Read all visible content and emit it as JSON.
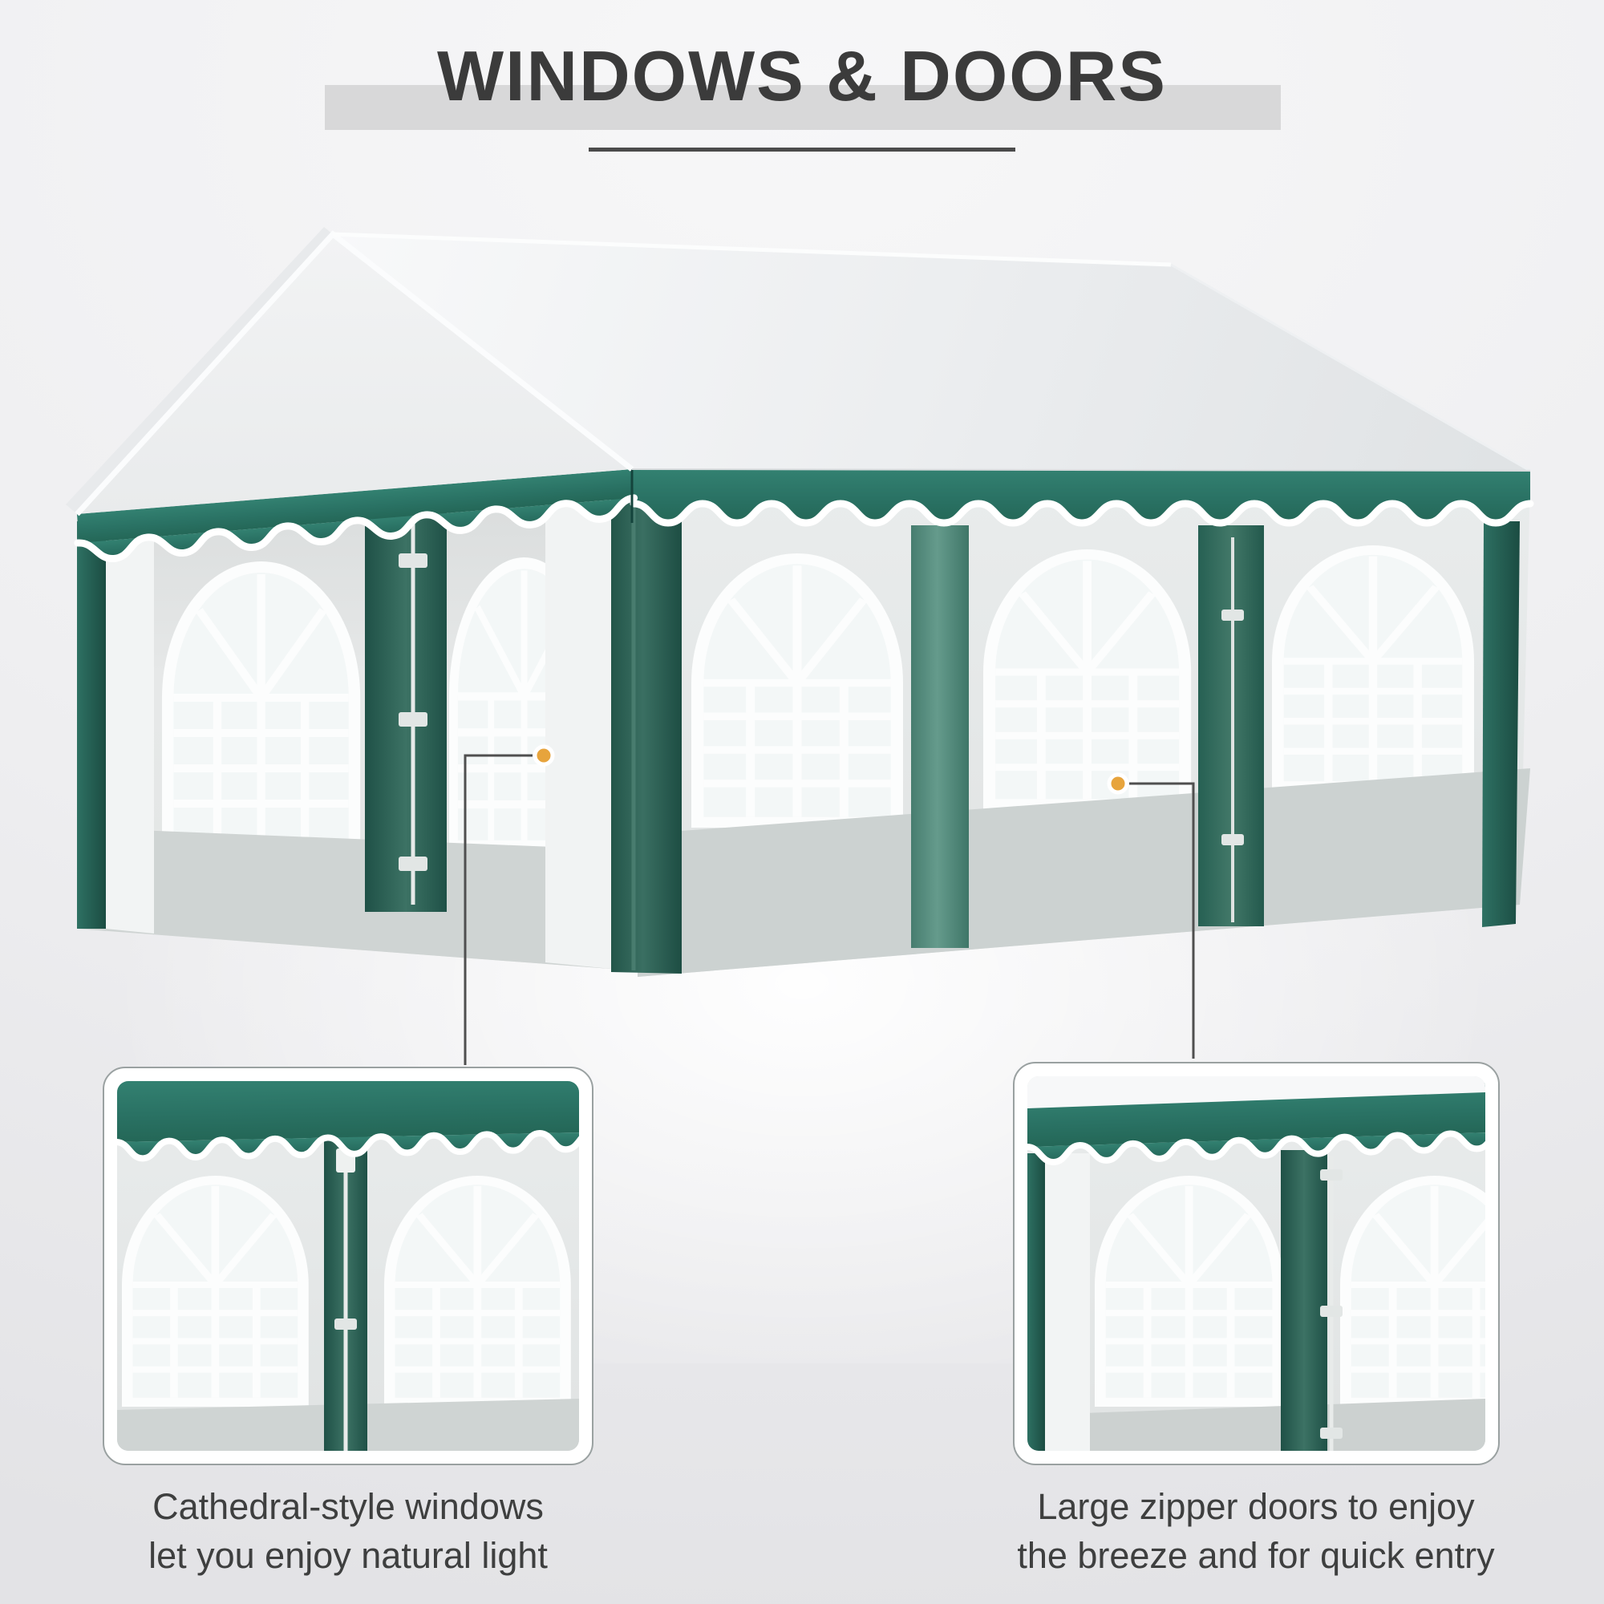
{
  "header": {
    "title": "WINDOWS & DOORS"
  },
  "features": [
    {
      "id": "cathedral-windows",
      "caption_line1": "Cathedral-style windows",
      "caption_line2": "let you enjoy natural light",
      "callout_icon": "callout-dot-window"
    },
    {
      "id": "zipper-doors",
      "caption_line1": "Large zipper doors to enjoy",
      "caption_line2": "the breeze and for quick entry",
      "callout_icon": "callout-dot-door"
    }
  ],
  "colors": {
    "title_text": "#3b3b3b",
    "title_band": "#d8d8d9",
    "underline": "#4b4b4b",
    "caption_text": "#3e3f3f",
    "box_border": "#9aa1a1",
    "fascia_green_light": "#338171",
    "fascia_green": "#2a7264",
    "fascia_green_deep": "#246757",
    "post_dark_green": "#1f5147",
    "post_mid_green": "#3c7264",
    "callout_orange": "#e7a43c",
    "callout_line": "#4f4f4f",
    "trim_white": "#ffffff"
  }
}
